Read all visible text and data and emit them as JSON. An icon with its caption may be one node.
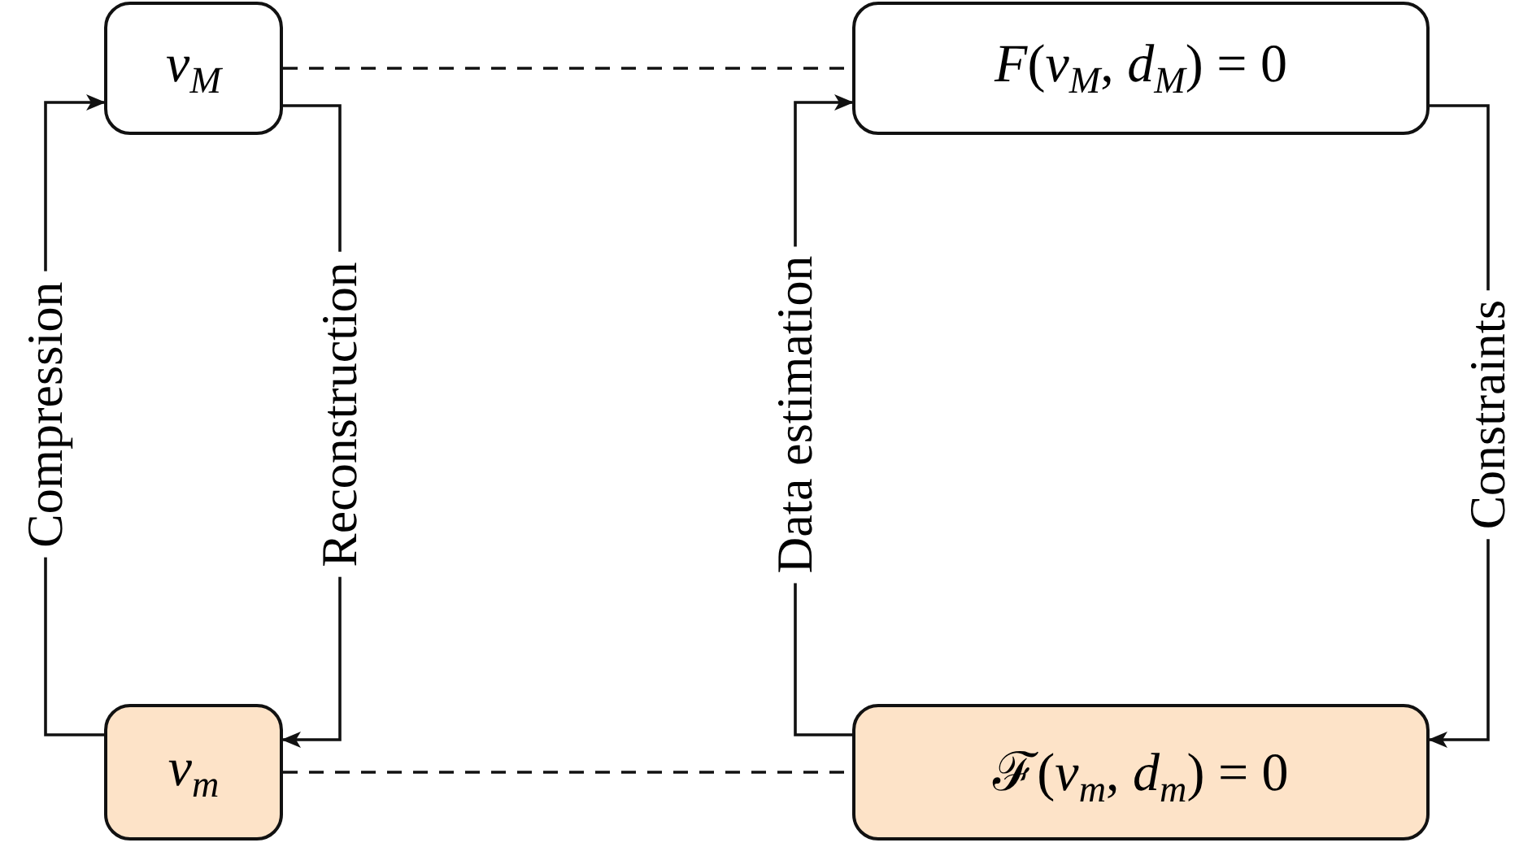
{
  "diagram": {
    "nodes": [
      {
        "text": [
          "*v*$_{M}$"
        ]
      },
      {
        "text": [
          "*F*(*v*$_{M}$, *d*$_{M}$) = 0"
        ]
      },
      {
        "text": [
          "*v*$_{m}$"
        ]
      },
      {
        "text": [
          "ℱ(*v*$_{m}$, *d*$_{m}$) = 0"
        ]
      }
    ],
    "edges": [
      {
        "from": 2,
        "to": 0,
        "arrow": "to",
        "label": "Compression"
      },
      {
        "from": 0,
        "to": 2,
        "arrow": "to",
        "label": "Reconstruction"
      },
      {
        "from": 0,
        "to": 1,
        "arrow": "none",
        "style": "dashed"
      },
      {
        "from": 2,
        "to": 3,
        "arrow": "none",
        "style": "dashed"
      },
      {
        "from": 3,
        "to": 1,
        "arrow": "to",
        "label": "Data estimation"
      },
      {
        "from": 1,
        "to": 3,
        "arrow": "to",
        "label": "Constraints"
      }
    ]
  }
}
